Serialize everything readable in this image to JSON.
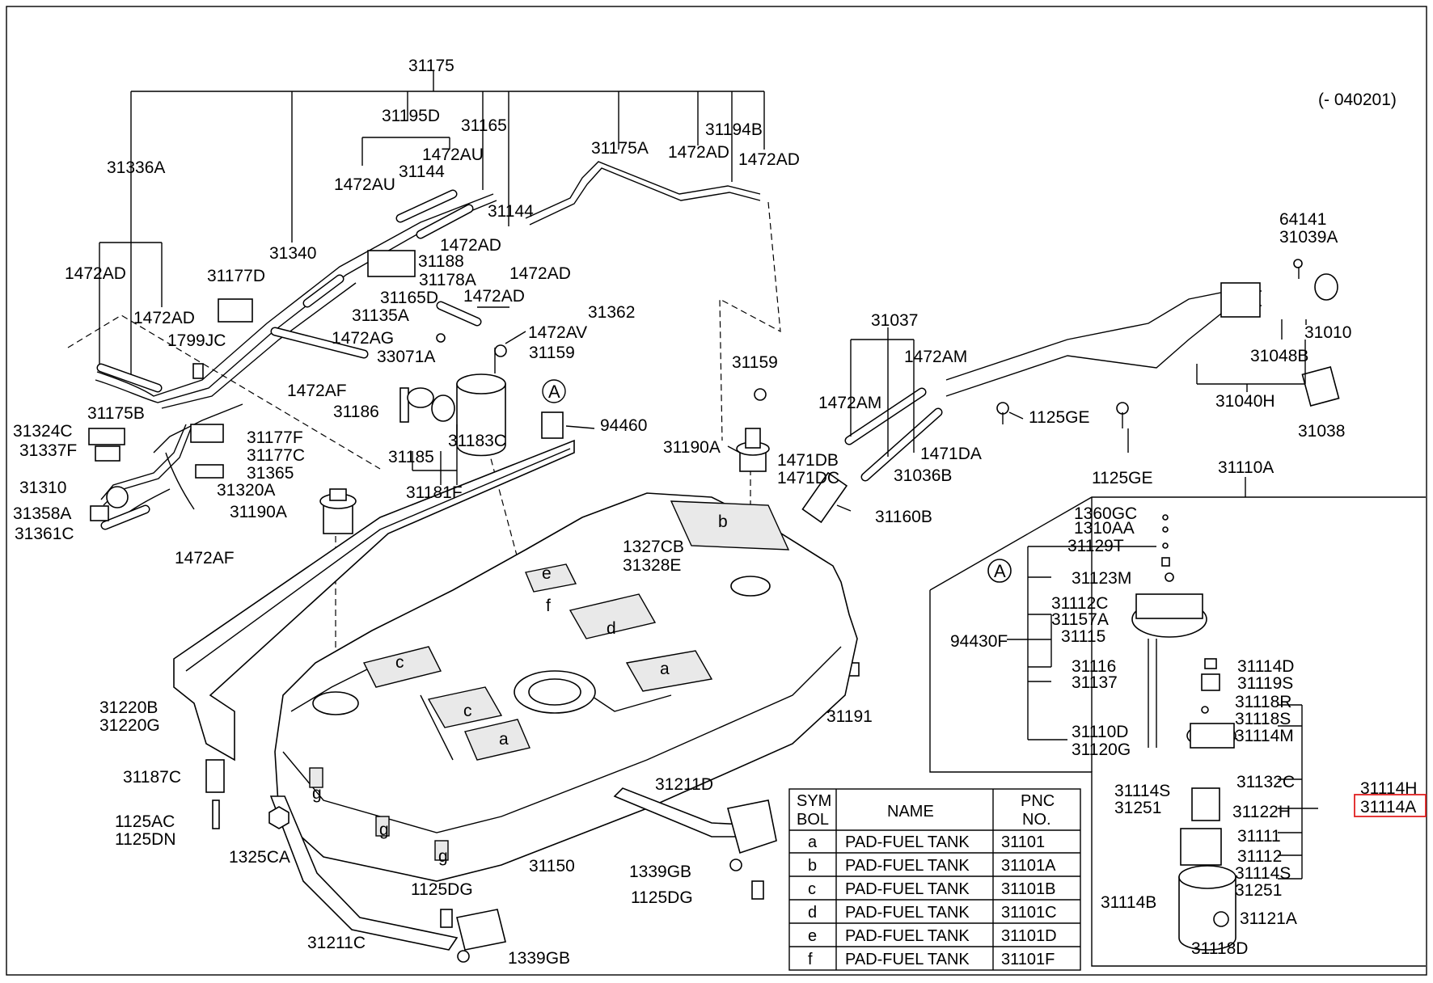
{
  "diagram": {
    "version_note": "(- 040201)",
    "callout_marker": "A",
    "highlighted_part": "31114A",
    "labels": {
      "l_31175": "31175",
      "l_31195D": "31195D",
      "l_31165": "31165",
      "l_31194B": "31194B",
      "l_31336A": "31336A",
      "l_1472AU_a": "1472AU",
      "l_1472AU_b": "1472AU",
      "l_31144_a": "31144",
      "l_31144_b": "31144",
      "l_31175A": "31175A",
      "l_1472AD_a": "1472AD",
      "l_1472AD_b": "1472AD",
      "l_1472AD_c": "1472AD",
      "l_1472AD_d": "1472AD",
      "l_1472AD_e": "1472AD",
      "l_1472AD_f": "1472AD",
      "l_1472AD_g": "1472AD",
      "l_31340": "31340",
      "l_31188": "31188",
      "l_31178A": "31178A",
      "l_31177D": "31177D",
      "l_31165D": "31165D",
      "l_31135A": "31135A",
      "l_31362": "31362",
      "l_1472AV": "1472AV",
      "l_1472AG": "1472AG",
      "l_1799JC": "1799JC",
      "l_33071A": "33071A",
      "l_31159_a": "31159",
      "l_31159_b": "31159",
      "l_1472AF_a": "1472AF",
      "l_1472AF_b": "1472AF",
      "l_31175B": "31175B",
      "l_31186": "31186",
      "l_31324C": "31324C",
      "l_31337F": "31337F",
      "l_31177F": "31177F",
      "l_31177C": "31177C",
      "l_31185": "31185",
      "l_31183C": "31183C",
      "l_94460": "94460",
      "l_31190A_a": "31190A",
      "l_31190A_b": "31190A",
      "l_31365": "31365",
      "l_31310": "31310",
      "l_31320A": "31320A",
      "l_31181F": "31181F",
      "l_31358A": "31358A",
      "l_31361C": "31361C",
      "l_31037": "31037",
      "l_1472AM_a": "1472AM",
      "l_1472AM_b": "1472AM",
      "l_1125GE_a": "1125GE",
      "l_1125GE_b": "1125GE",
      "l_1471DB": "1471DB",
      "l_1471DC": "1471DC",
      "l_1471DA": "1471DA",
      "l_31036B": "31036B",
      "l_31160B": "31160B",
      "l_64141": "64141",
      "l_31039A": "31039A",
      "l_31010": "31010",
      "l_31048B": "31048B",
      "l_31040H": "31040H",
      "l_31038": "31038",
      "l_31110A": "31110A",
      "l_1327CB": "1327CB",
      "l_31328E": "31328E",
      "l_31220B": "31220B",
      "l_31220G": "31220G",
      "l_31187C": "31187C",
      "l_1125AC": "1125AC",
      "l_1125DN": "1125DN",
      "l_1325CA": "1325CA",
      "l_31211D": "31211D",
      "l_31211C": "31211C",
      "l_31150": "31150",
      "l_1339GB_a": "1339GB",
      "l_1339GB_b": "1339GB",
      "l_1125DG_a": "1125DG",
      "l_1125DG_b": "1125DG",
      "l_31191": "31191",
      "l_1360GC": "1360GC",
      "l_1310AA": "1310AA",
      "l_31129T": "31129T",
      "l_31123M": "31123M",
      "l_31112C": "31112C",
      "l_31157A": "31157A",
      "l_94430F": "94430F",
      "l_31115": "31115",
      "l_31116": "31116",
      "l_31137": "31137",
      "l_31110D": "31110D",
      "l_31120G": "31120G",
      "l_31114D": "31114D",
      "l_31119S": "31119S",
      "l_31118R": "31118R",
      "l_31118S": "31118S",
      "l_31114M": "31114M",
      "l_31132C": "31132C",
      "l_31114S_a": "31114S",
      "l_31114S_b": "31114S",
      "l_31251_a": "31251",
      "l_31251_b": "31251",
      "l_31122H": "31122H",
      "l_31114H": "31114H",
      "l_31114A": "31114A",
      "l_31111": "31111",
      "l_31112": "31112",
      "l_31114B": "31114B",
      "l_31121A": "31121A",
      "l_31118D": "31118D"
    },
    "pad_letters": {
      "a1": "a",
      "a2": "a",
      "b": "b",
      "c1": "c",
      "c2": "c",
      "d": "d",
      "e": "e",
      "f": "f",
      "g1": "g",
      "g2": "g",
      "g3": "g"
    }
  },
  "legend_table": {
    "headers": {
      "symbol_line1": "SYM",
      "symbol_line2": "BOL",
      "name": "NAME",
      "pnc_line1": "PNC",
      "pnc_line2": "NO."
    },
    "rows": [
      {
        "symbol": "a",
        "name": "PAD-FUEL TANK",
        "pnc": "31101"
      },
      {
        "symbol": "b",
        "name": "PAD-FUEL TANK",
        "pnc": "31101A"
      },
      {
        "symbol": "c",
        "name": "PAD-FUEL TANK",
        "pnc": "31101B"
      },
      {
        "symbol": "d",
        "name": "PAD-FUEL TANK",
        "pnc": "31101C"
      },
      {
        "symbol": "e",
        "name": "PAD-FUEL TANK",
        "pnc": "31101D"
      },
      {
        "symbol": "f",
        "name": "PAD-FUEL TANK",
        "pnc": "31101F"
      }
    ]
  },
  "colors": {
    "highlight_box": "#e02020",
    "line": "#000000",
    "pad_fill": "#e9e9e9"
  }
}
